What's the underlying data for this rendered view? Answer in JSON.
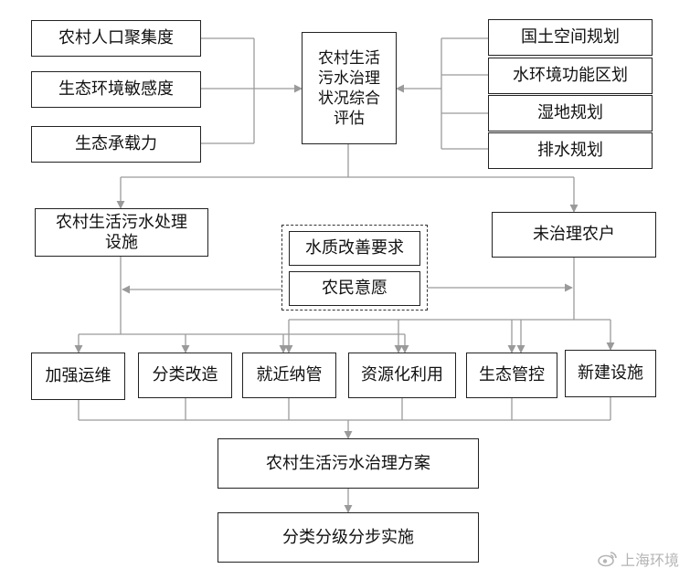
{
  "nodes": {
    "rural_population": "农村人口聚集度",
    "eco_sensitivity": "生态环境敏感度",
    "eco_capacity": "生态承载力",
    "assessment": "农村生活污水治理状况综合评估",
    "land_planning": "国土空间规划",
    "water_zoning": "水环境功能区划",
    "wetland_planning": "湿地规划",
    "drainage_planning": "排水规划",
    "treatment_facility": "农村生活污水处理设施",
    "untreated_households": "未治理农户",
    "water_quality": "水质改善要求",
    "farmer_will": "农民意愿",
    "strengthen_om": "加强运维",
    "classified_renovation": "分类改造",
    "nearby_pipe": "就近纳管",
    "resource_use": "资源化利用",
    "eco_control": "生态管控",
    "new_facility": "新建设施",
    "treatment_plan": "农村生活污水治理方案",
    "implementation": "分类分级分步实施"
  },
  "watermark": {
    "icon": "weibo-icon",
    "text": "上海环境"
  },
  "colors": {
    "box_border": "#222222",
    "connector": "#9a9a9a",
    "watermark": "#b5b5b5"
  }
}
